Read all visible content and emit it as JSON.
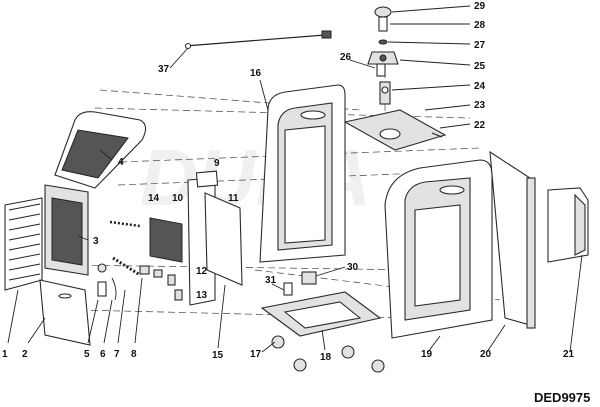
{
  "diagram": {
    "code": "DED9975",
    "watermark": "DURA",
    "callouts": [
      "1",
      "2",
      "3",
      "4",
      "5",
      "6",
      "7",
      "8",
      "9",
      "10",
      "11",
      "12",
      "13",
      "14",
      "15",
      "16",
      "17",
      "18",
      "19",
      "20",
      "21",
      "22",
      "23",
      "24",
      "25",
      "26",
      "27",
      "28",
      "29",
      "30",
      "31",
      "37"
    ]
  }
}
